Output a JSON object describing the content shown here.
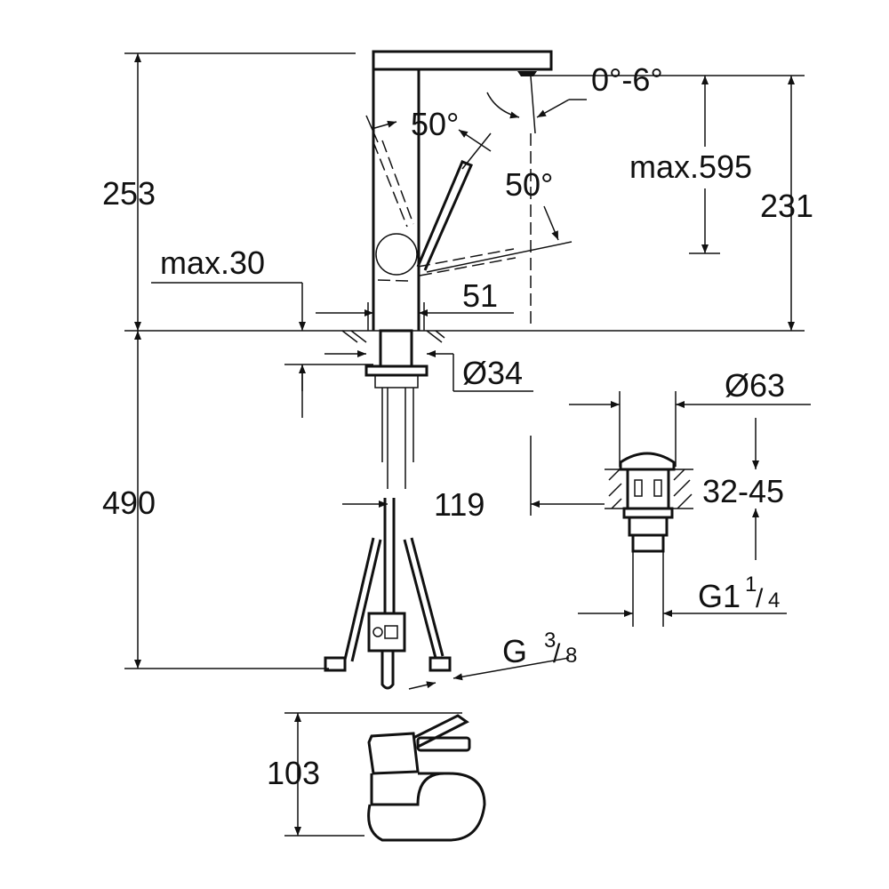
{
  "dimensions": {
    "spout_angle": "0°-6°",
    "handle_angle_left": "50°",
    "handle_angle_right": "50°",
    "total_height": "253",
    "max_height": "max.595",
    "spout_height": "231",
    "max_deck_thickness": "max.30",
    "body_width": "51",
    "mounting_hole": "Ø34",
    "waste_diameter": "Ø63",
    "waste_thickness": "32-45",
    "hose_length": "490",
    "spacing": "119",
    "waste_thread": "G1",
    "waste_thread_num": "1",
    "waste_thread_den": "4",
    "hose_thread": "G",
    "hose_thread_num": "3",
    "hose_thread_den": "8",
    "handle_height": "103"
  },
  "colors": {
    "line": "#111111",
    "background": "#ffffff"
  }
}
